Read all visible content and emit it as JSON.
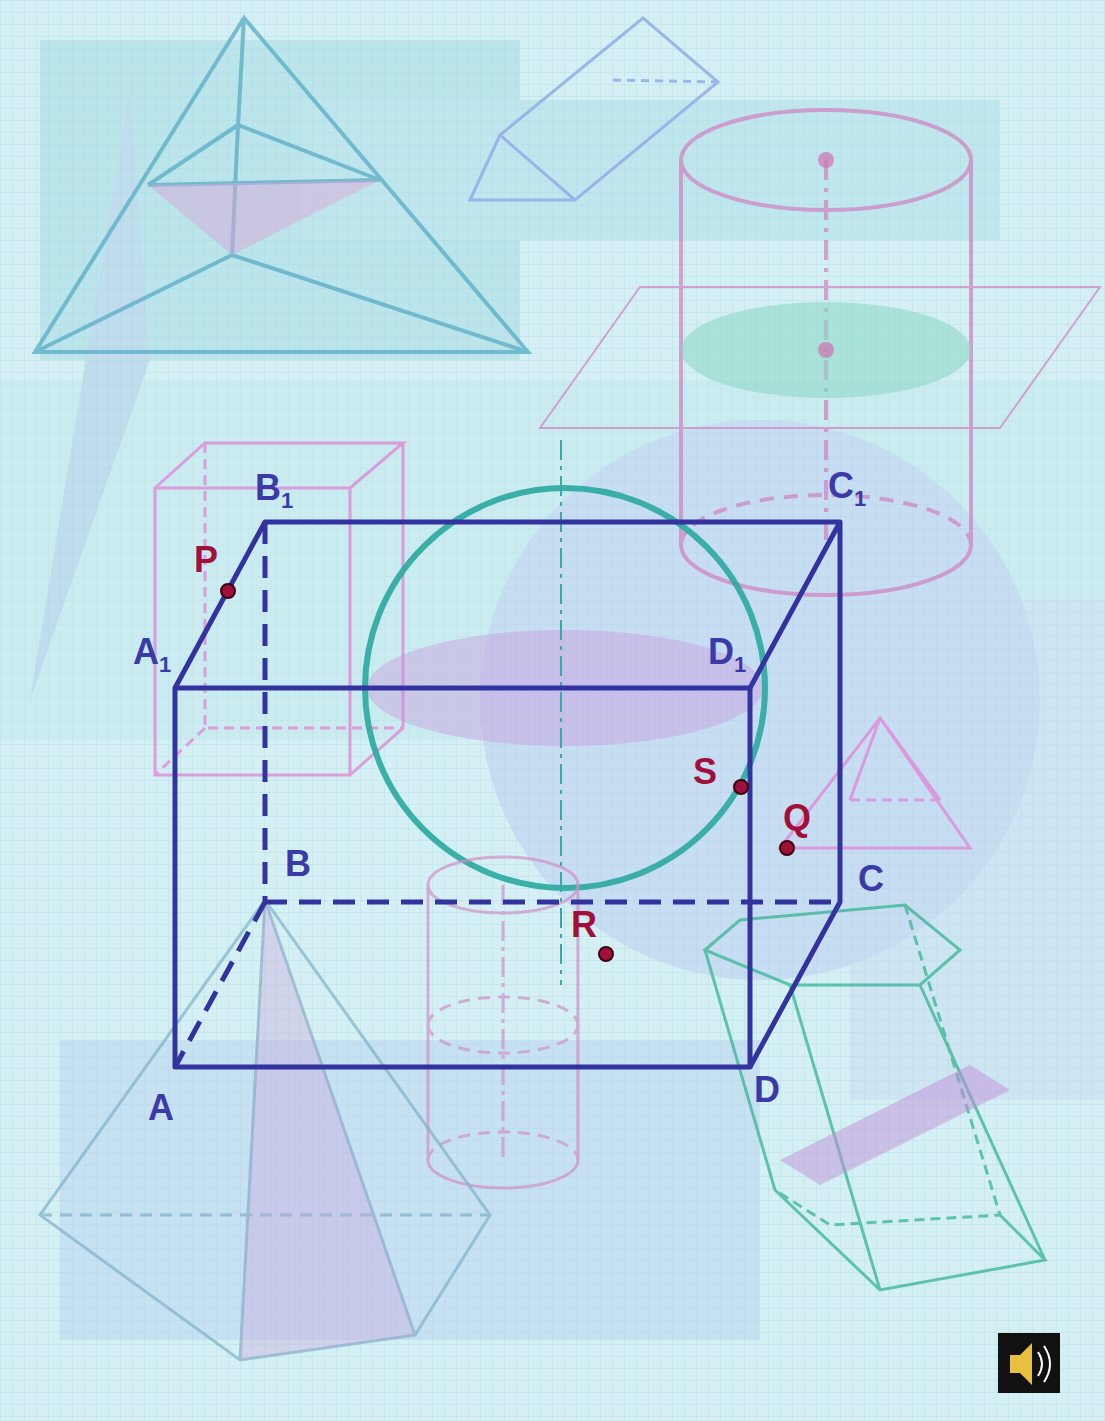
{
  "diagram": {
    "labels": [
      "B1",
      "C1",
      "P",
      "A1",
      "D1",
      "S",
      "Q",
      "B",
      "C",
      "R",
      "A",
      "D"
    ]
  }
}
